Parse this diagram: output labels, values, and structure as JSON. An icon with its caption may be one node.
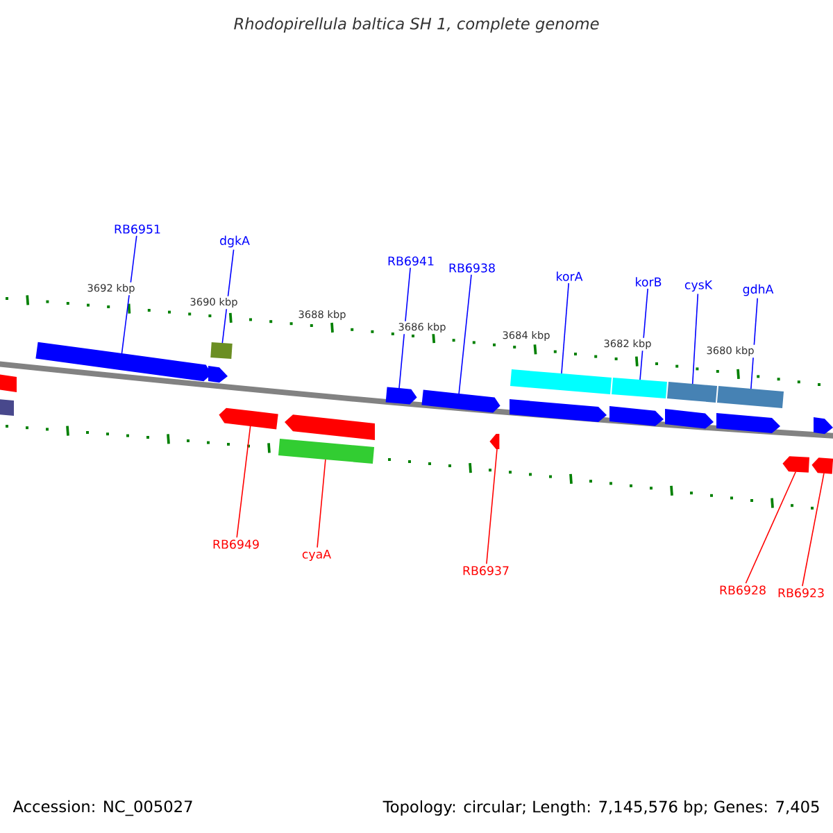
{
  "diagram": {
    "title": "Rhodopirellula baltica SH 1, complete genome",
    "nodes": [
      {
        "text": [
          "RB6951"
        ]
      },
      {
        "text": [
          "dgkA"
        ]
      },
      {
        "text": [
          "RB6941"
        ]
      },
      {
        "text": [
          "RB6938"
        ]
      },
      {
        "text": [
          "korA"
        ]
      },
      {
        "text": [
          "korB"
        ]
      },
      {
        "text": [
          "cysK"
        ]
      },
      {
        "text": [
          "gdhA"
        ]
      },
      {
        "text": [
          "RB6949"
        ]
      },
      {
        "text": [
          "cyaA"
        ]
      },
      {
        "text": [
          "RB6937"
        ]
      },
      {
        "text": [
          "RB6928"
        ]
      },
      {
        "text": [
          "RB6923"
        ]
      },
      {
        "text": [],
        "shape": "arrow"
      },
      {
        "text": [],
        "shape": "bar"
      },
      {
        "text": [],
        "shape": "arrow"
      },
      {
        "text": [],
        "shape": "bar"
      },
      {
        "text": [],
        "shape": "arrow"
      },
      {
        "text": [],
        "shape": "arrow"
      },
      {
        "text": [],
        "shape": "arrow"
      },
      {
        "text": [],
        "shape": "bar"
      },
      {
        "text": [],
        "shape": "bar"
      },
      {
        "text": [],
        "shape": "bar"
      },
      {
        "text": [],
        "shape": "bar"
      },
      {
        "text": [],
        "shape": "arrow"
      },
      {
        "text": [],
        "shape": "arrow"
      }
    ],
    "edges": [
      {
        "from": 0,
        "to": 13,
        "arrow": "none"
      },
      {
        "from": 1,
        "to": 14,
        "arrow": "none"
      },
      {
        "from": 2,
        "to": 17,
        "arrow": "none"
      },
      {
        "from": 3,
        "to": 18,
        "arrow": "none"
      },
      {
        "from": 4,
        "to": 20,
        "arrow": "none"
      },
      {
        "from": 5,
        "to": 21,
        "arrow": "none"
      },
      {
        "from": 6,
        "to": 22,
        "arrow": "none"
      },
      {
        "from": 7,
        "to": 23,
        "arrow": "none"
      },
      {
        "from": 8,
        "to": 15,
        "arrow": "none",
        "color": "#ff0000"
      },
      {
        "from": 9,
        "to": 16,
        "arrow": "none",
        "color": "#ff0000"
      },
      {
        "from": 10,
        "to": 19,
        "arrow": "none",
        "color": "#ff0000"
      },
      {
        "from": 11,
        "to": 24,
        "arrow": "none",
        "color": "#ff0000"
      },
      {
        "from": 12,
        "to": 25,
        "arrow": "none",
        "color": "#ff0000"
      }
    ],
    "labels": [
      "3692 kbp",
      "3690 kbp",
      "3688 kbp",
      "3686 kbp",
      "3684 kbp",
      "3682 kbp",
      "3680 kbp",
      "Accession: NC_005027",
      "Topology: circular; Length: 7,145,576 bp; Genes: 7,405"
    ]
  }
}
